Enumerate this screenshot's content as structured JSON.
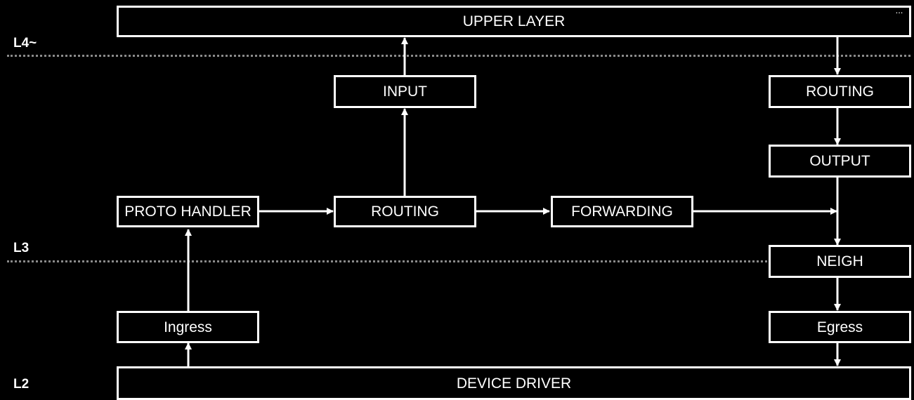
{
  "layers": {
    "l4": "L4~",
    "l3": "L3",
    "l2": "L2"
  },
  "nodes": {
    "upper_layer": "UPPER LAYER",
    "input": "INPUT",
    "routing_out": "ROUTING",
    "output": "OUTPUT",
    "proto_handler": "PROTO HANDLER",
    "routing_in": "ROUTING",
    "forwarding": "FORWARDING",
    "neigh": "NEIGH",
    "ingress": "Ingress",
    "egress": "Egress",
    "device_driver": "DEVICE DRIVER"
  },
  "menu": {
    "label": "..."
  },
  "colors": {
    "background": "#000000",
    "foreground": "#ffffff",
    "separator": "#8a8a8a"
  }
}
